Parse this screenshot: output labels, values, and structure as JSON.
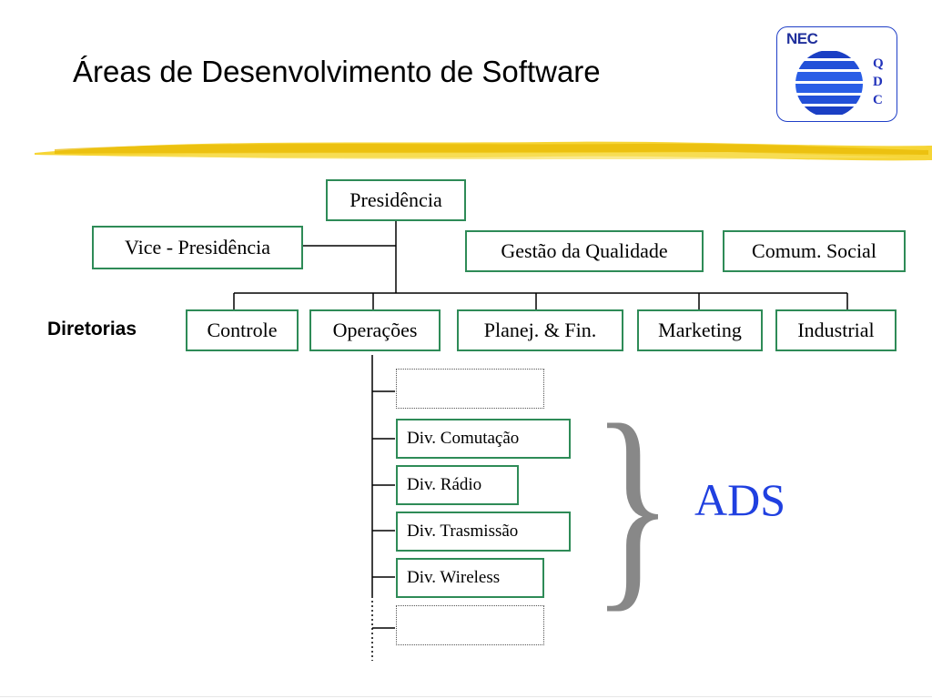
{
  "title": "Áreas de Desenvolvimento de Software",
  "logo": {
    "brand": "NEC",
    "letters": [
      "Q",
      "D",
      "C"
    ]
  },
  "org": {
    "presidencia": "Presidência",
    "vice_presidencia": "Vice - Presidência",
    "gestao_qualidade": "Gestão da Qualidade",
    "comum_social": "Comum. Social",
    "diretorias_label": "Diretorias",
    "diretorias": [
      "Controle",
      "Operações",
      "Planej. & Fin.",
      "Marketing",
      "Industrial"
    ],
    "divisoes": [
      "Div. Comutação",
      "Div. Rádio",
      "Div. Trasmissão",
      "Div. Wireless"
    ]
  },
  "ads_label": "ADS",
  "colors": {
    "box_border": "#2e8b57",
    "ads_text": "#2040e0",
    "logo_blue": "#1f3fc7",
    "brush_yellow": "#f5d020"
  }
}
